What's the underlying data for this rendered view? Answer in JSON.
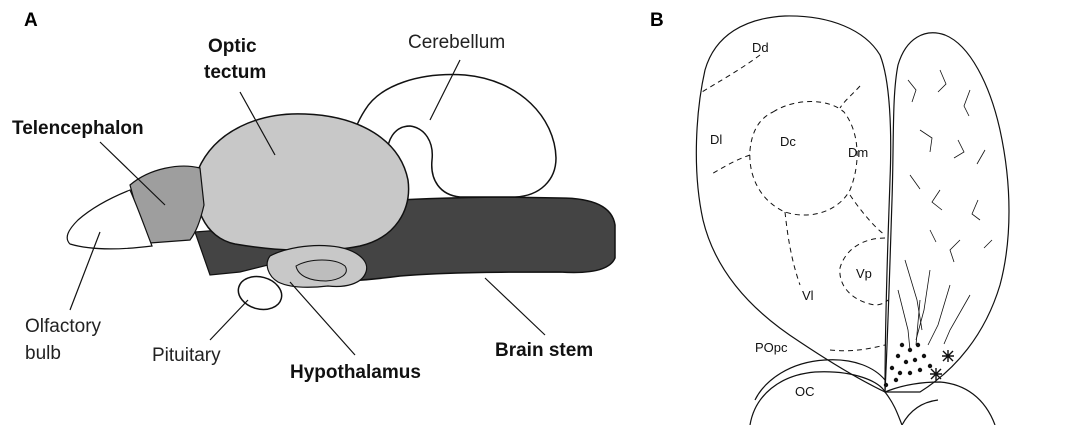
{
  "panel_a": {
    "letter": "A",
    "labels": {
      "optic_tectum_1": "Optic",
      "optic_tectum_2": "tectum",
      "cerebellum": "Cerebellum",
      "telencephalon": "Telencephalon",
      "olfactory_bulb_1": "Olfactory",
      "olfactory_bulb_2": "bulb",
      "pituitary": "Pituitary",
      "hypothalamus": "Hypothalamus",
      "brain_stem": "Brain stem"
    },
    "colors": {
      "light_region": "#c8c8c8",
      "mid_region": "#9e9e9e",
      "dark_region": "#444444",
      "outline": "#111111"
    }
  },
  "panel_b": {
    "letter": "B",
    "labels": {
      "dd": "Dd",
      "dl": "Dl",
      "dc": "Dc",
      "dm": "Dm",
      "vp": "Vp",
      "vl": "Vl",
      "popc": "POpc",
      "oc": "OC"
    }
  }
}
